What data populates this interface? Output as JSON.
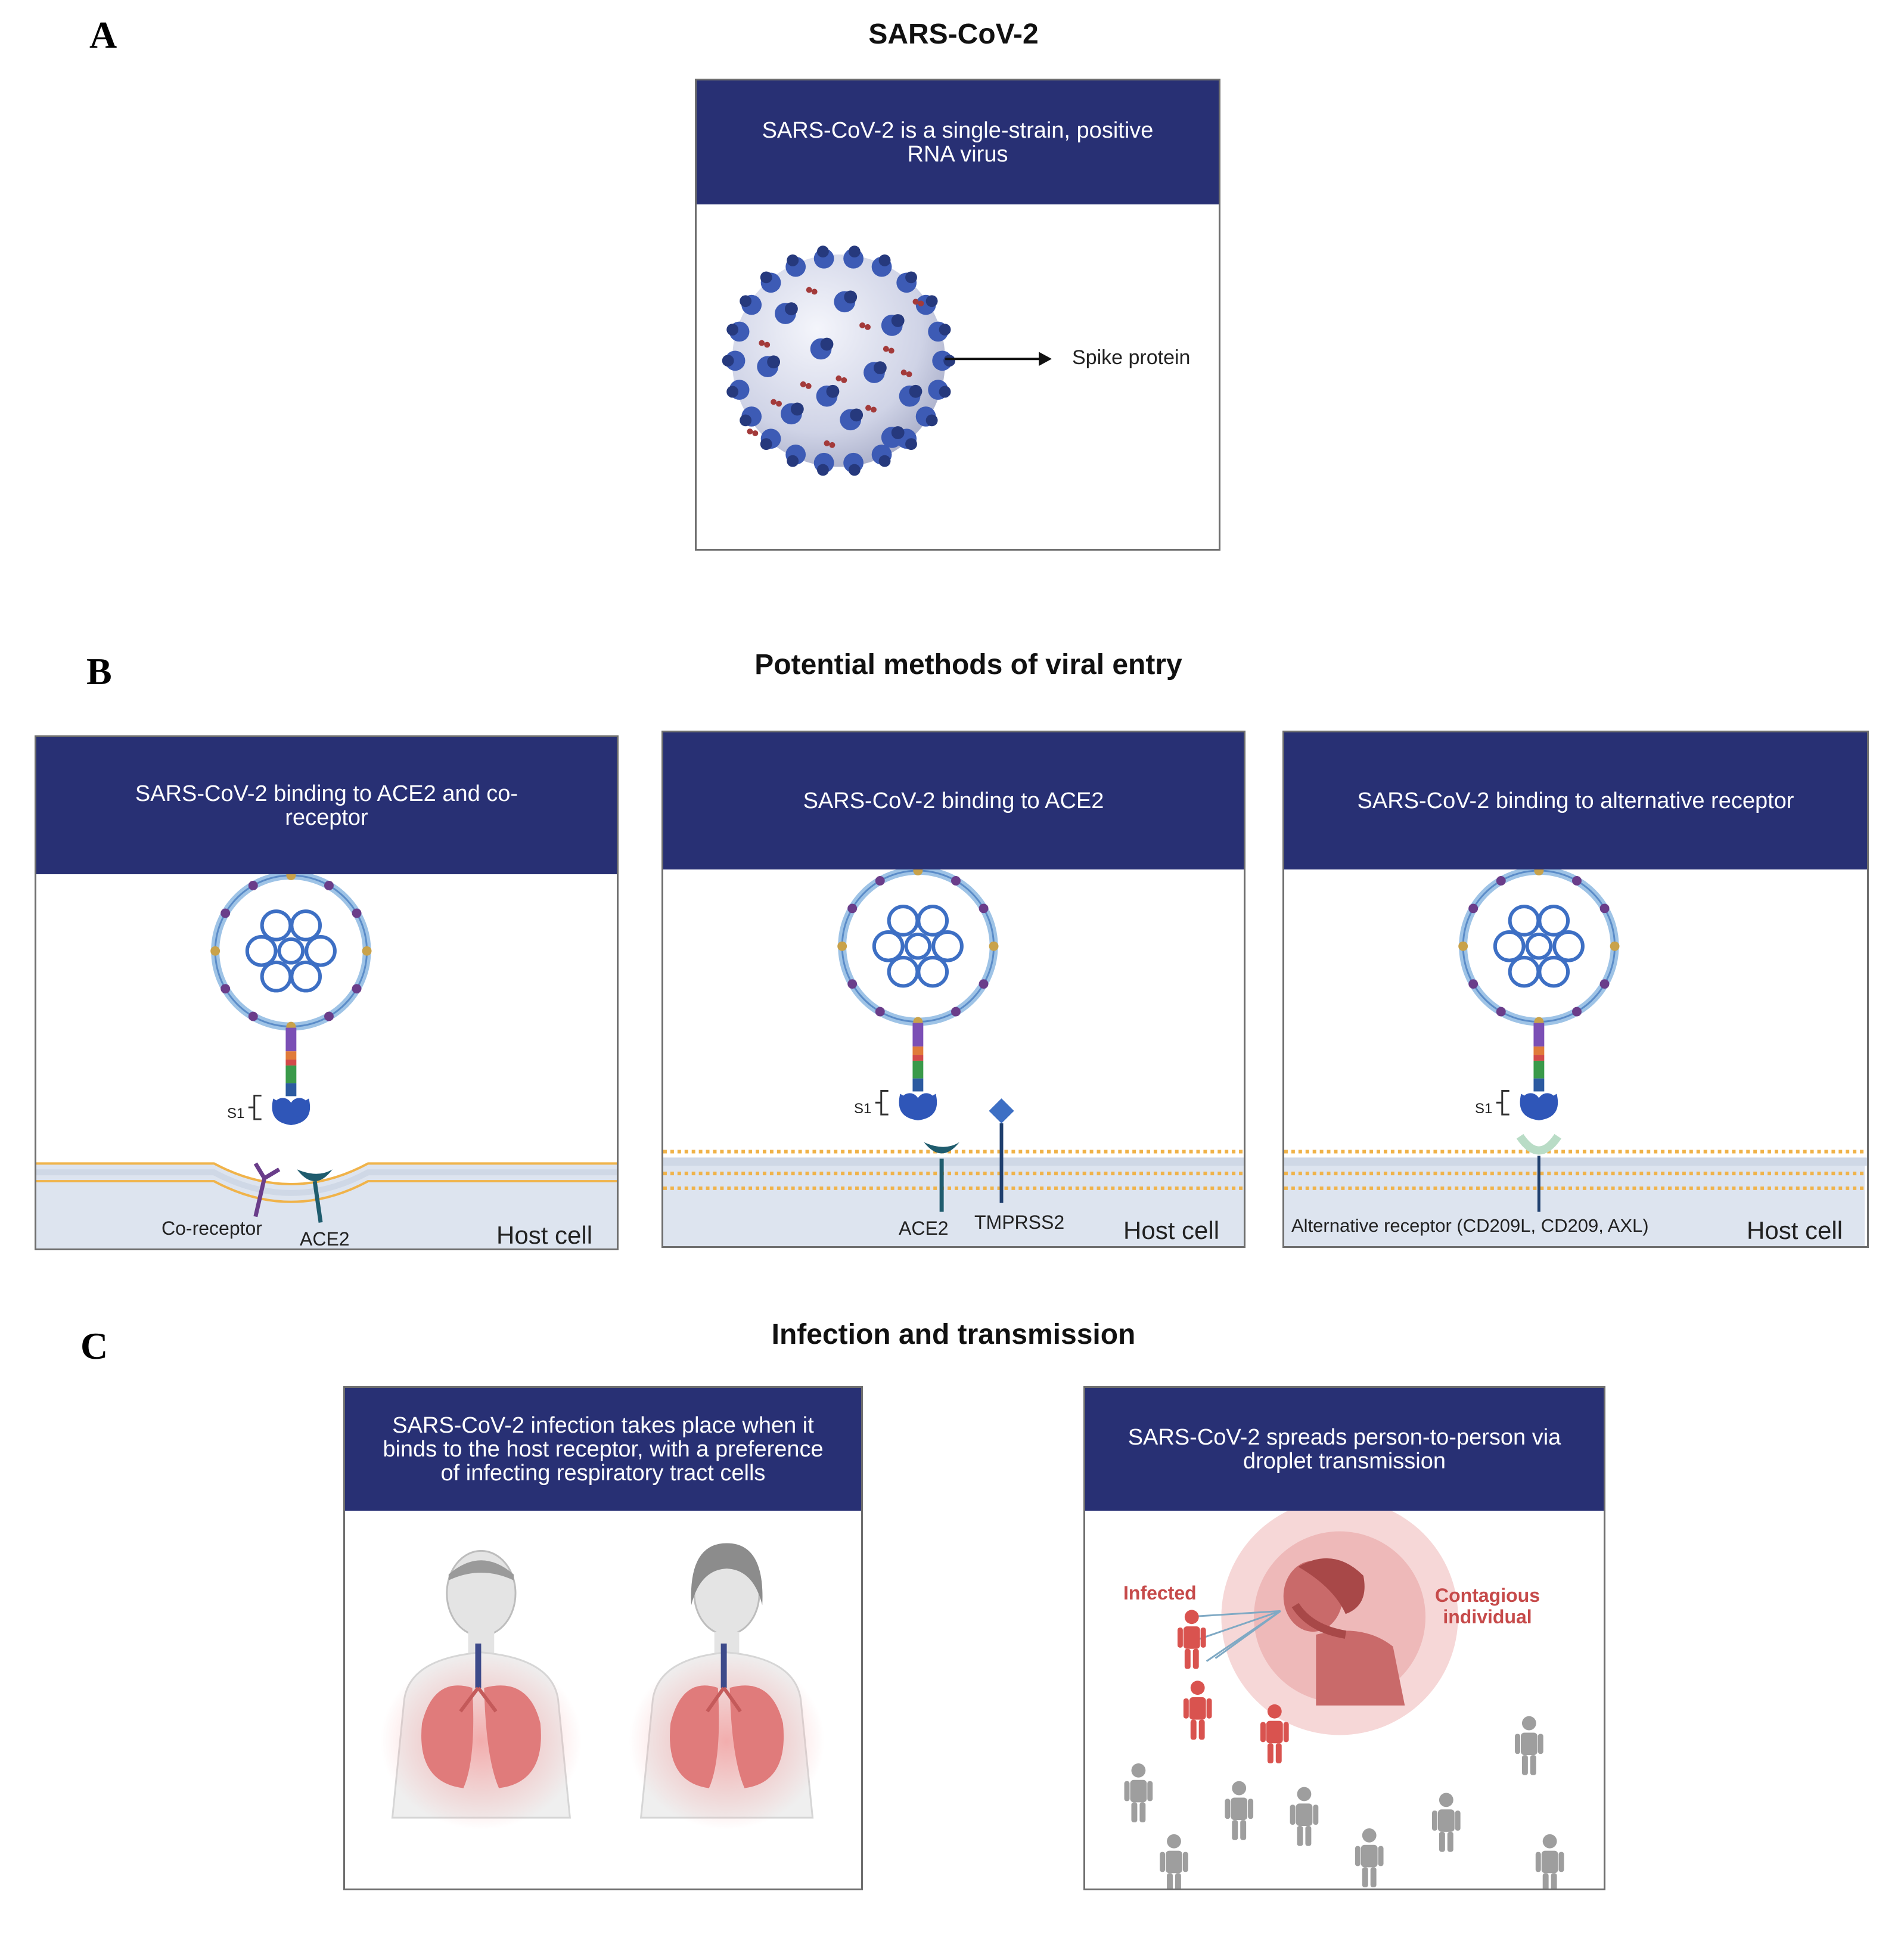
{
  "panel_a": {
    "letter": "A",
    "title": "SARS-CoV-2",
    "box_header": "SARS-CoV-2 is a single-strain, positive RNA virus",
    "spike_label": "Spike protein"
  },
  "panel_b": {
    "letter": "B",
    "title": "Potential methods of viral entry",
    "boxes": [
      {
        "header": "SARS-CoV-2 binding to ACE2 and co-receptor",
        "s1_label": "S1",
        "labels": [
          "Co-receptor",
          "ACE2"
        ],
        "host_cell": "Host cell"
      },
      {
        "header": "SARS-CoV-2 binding to ACE2",
        "s1_label": "S1",
        "labels": [
          "ACE2",
          "TMPRSS2"
        ],
        "host_cell": "Host cell"
      },
      {
        "header": "SARS-CoV-2 binding to alternative receptor",
        "s1_label": "S1",
        "labels": [
          "Alternative receptor (CD209L, CD209, AXL)"
        ],
        "host_cell": "Host cell"
      }
    ]
  },
  "panel_c": {
    "letter": "C",
    "title": "Infection and transmission",
    "left_box_header": "SARS-CoV-2 infection takes place when it binds to the host receptor, with a preference of infecting respiratory tract cells",
    "right_box_header": "SARS-CoV-2 spreads person-to-person via droplet transmission",
    "infected_label": "Infected",
    "contagious_label": "Contagious individual"
  },
  "colors": {
    "header_navy": "#283074",
    "virus_blue": "#3d5bb5",
    "membrane_orange": "#f0b34a",
    "infected_red": "#d9534f",
    "healthy_gray": "#9e9e9e"
  }
}
